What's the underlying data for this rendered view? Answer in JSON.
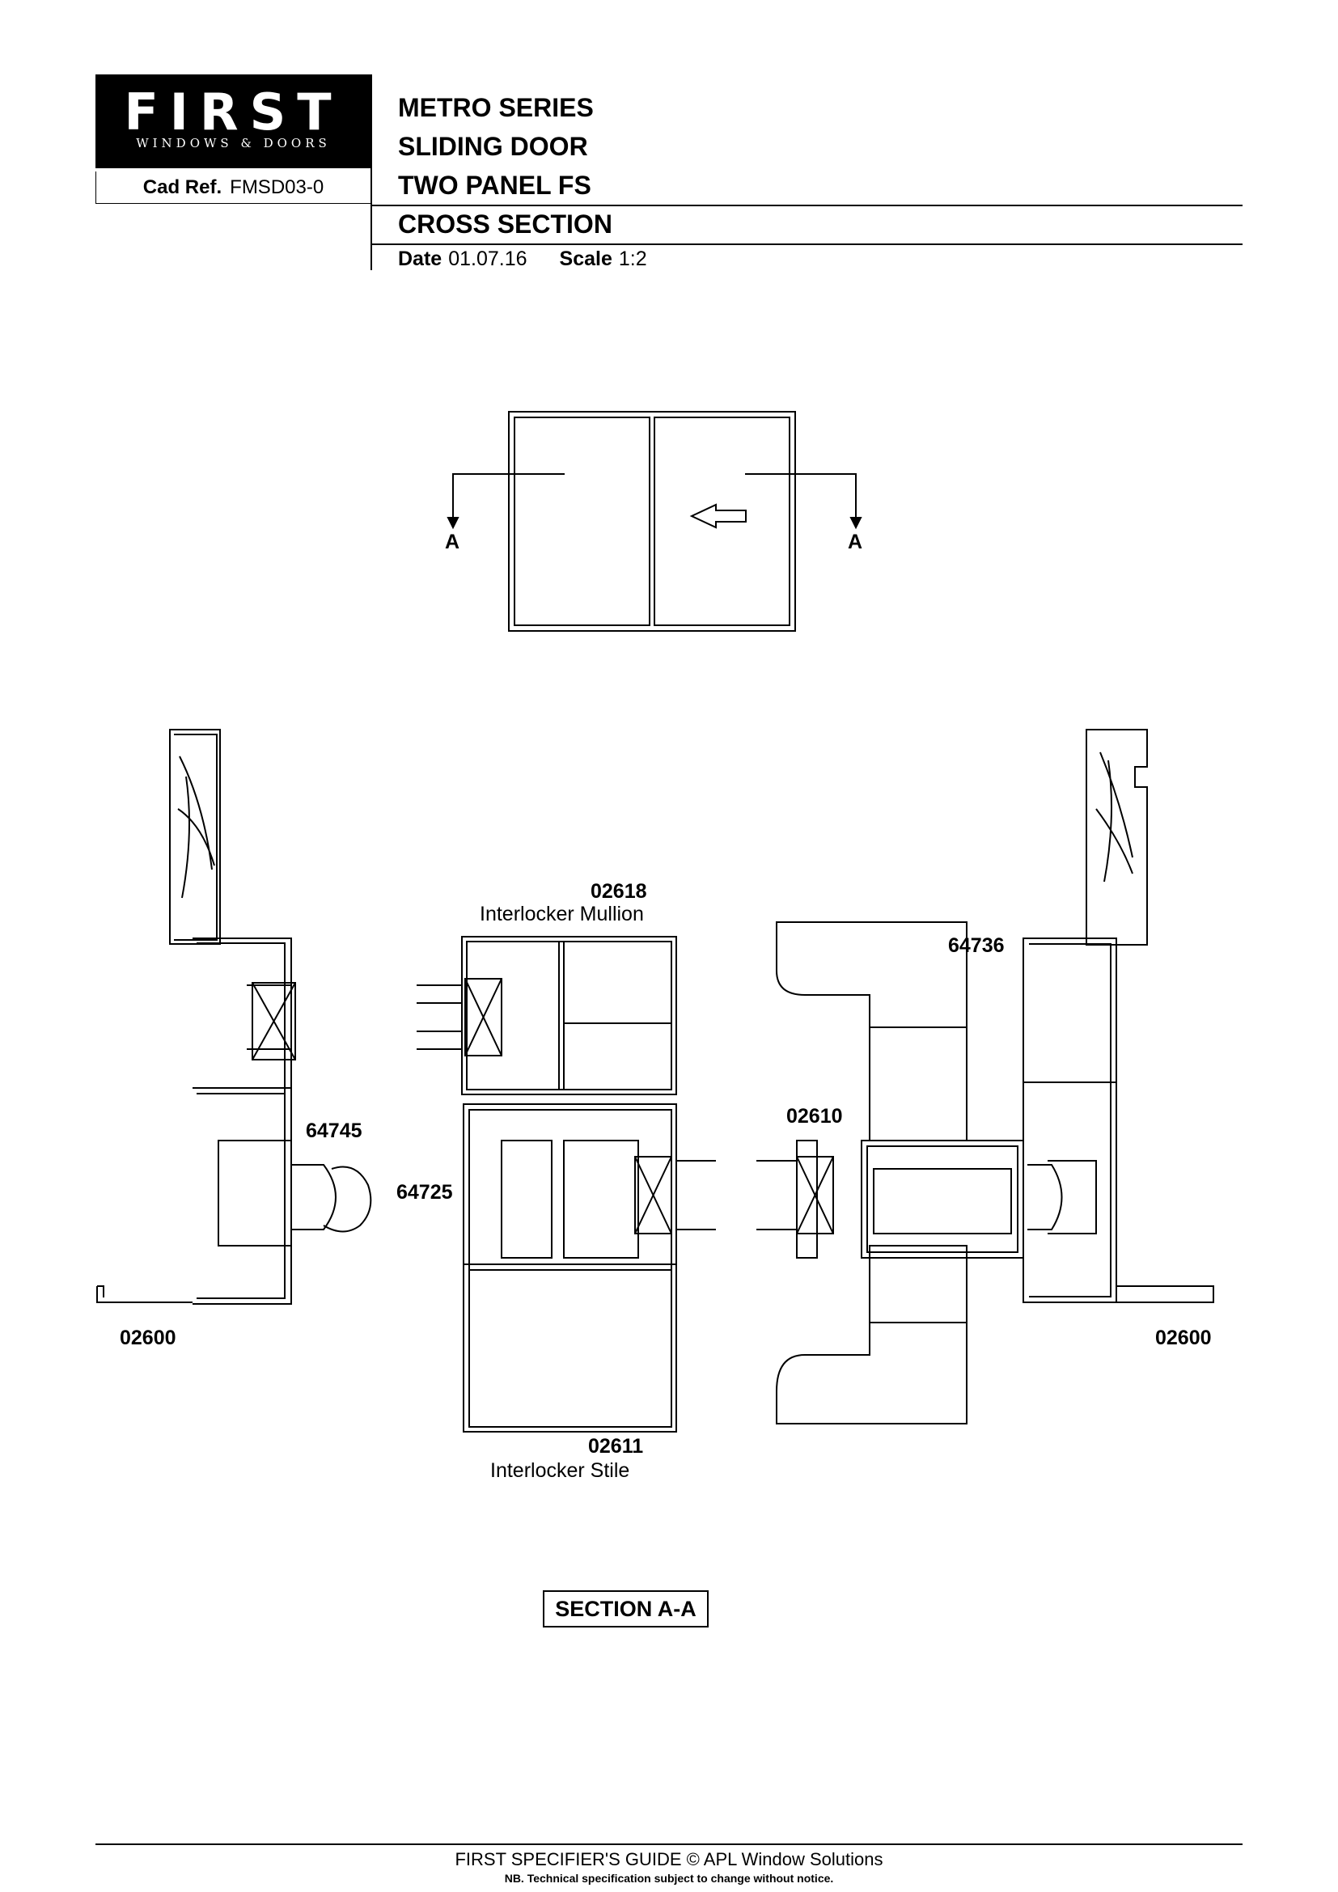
{
  "header": {
    "logo_text": "FIRST",
    "logo_subtext": "WINDOWS & DOORS",
    "cad_ref_label": "Cad Ref.",
    "cad_ref_value": "FMSD03-0",
    "title_lines": [
      "METRO SERIES",
      "SLIDING DOOR",
      "TWO PANEL FS",
      "CROSS SECTION"
    ],
    "date_label": "Date",
    "date_value": "01.07.16",
    "scale_label": "Scale",
    "scale_value": "1:2"
  },
  "elevation": {
    "section_marker_left": "A",
    "section_marker_right": "A"
  },
  "callouts": {
    "interlocker_mullion_code": "02618",
    "interlocker_mullion_label": "Interlocker Mullion",
    "code_64736": "64736",
    "code_64745": "64745",
    "code_02610": "02610",
    "code_64725": "64725",
    "code_02600_left": "02600",
    "code_02600_right": "02600",
    "interlocker_stile_code": "02611",
    "interlocker_stile_label": "Interlocker Stile"
  },
  "section_title": "SECTION A-A",
  "footer": {
    "line1": "FIRST SPECIFIER'S GUIDE  © APL Window Solutions",
    "line2": "NB. Technical specification subject to change without notice."
  }
}
